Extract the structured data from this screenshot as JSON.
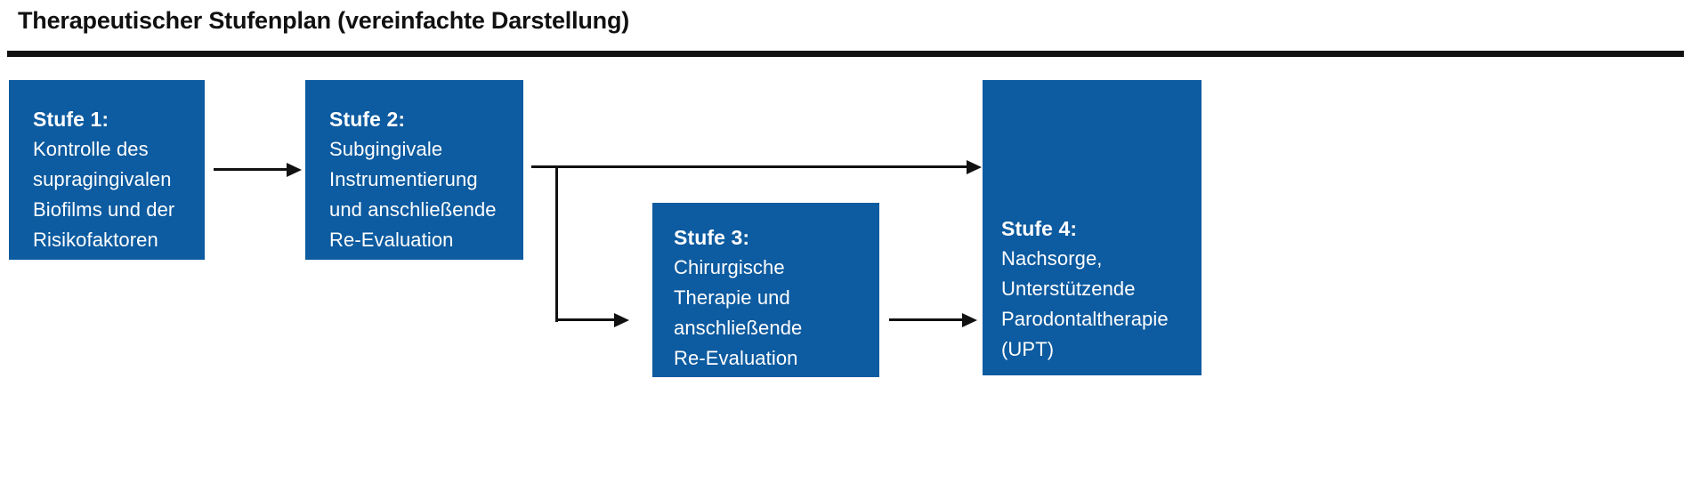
{
  "figure": {
    "title": "Therapeutischer Stufenplan (vereinfachte Darstellung)",
    "colors": {
      "box_fill": "#0d5ba0",
      "box_text": "#ffffff",
      "rule": "#111111",
      "connector": "#111111",
      "background": "#ffffff"
    }
  },
  "nodes": [
    {
      "id": "stufe-1",
      "title": "Stufe 1:",
      "lines": [
        "Kontrolle des",
        "supragingivalen",
        "Biofilms und der",
        "Risikofaktoren"
      ]
    },
    {
      "id": "stufe-2",
      "title": "Stufe 2:",
      "lines": [
        "Subgingivale",
        "Instrumentierung",
        "und anschließende",
        "Re-Evaluation"
      ]
    },
    {
      "id": "stufe-3",
      "title": "Stufe 3:",
      "lines": [
        "Chirurgische",
        "Therapie und",
        "anschließende",
        "Re-Evaluation"
      ]
    },
    {
      "id": "stufe-4",
      "title": "Stufe 4:",
      "lines": [
        "Nachsorge,",
        "Unterstützende",
        "Parodontaltherapie",
        "(UPT)"
      ]
    }
  ],
  "connectors": [
    {
      "id": "c1",
      "from": "stufe-1",
      "to": "stufe-2",
      "type": "straight-arrow"
    },
    {
      "id": "c2",
      "from": "stufe-2",
      "to": "stufe-4",
      "type": "straight-arrow"
    },
    {
      "id": "c2b",
      "from": "stufe-2",
      "to": "stufe-3",
      "type": "elbow-arrow"
    },
    {
      "id": "c3",
      "from": "stufe-3",
      "to": "stufe-4",
      "type": "straight-arrow"
    }
  ]
}
